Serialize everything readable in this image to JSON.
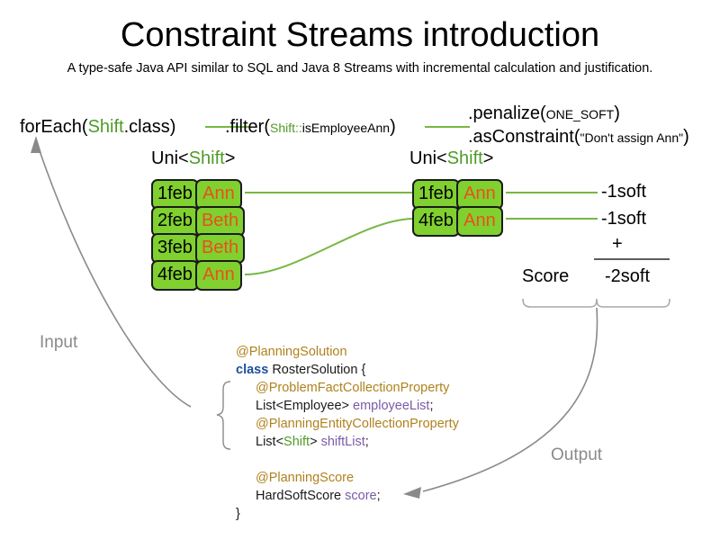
{
  "header": {
    "title": "Constraint Streams introduction",
    "subtitle": "A type-safe Java API similar to SQL and Java 8 Streams with incremental calculation and justification."
  },
  "api_chain": {
    "foreach": {
      "prefix": "forEach(",
      "type": "Shift",
      "suffix": ".class)"
    },
    "filter": {
      "prefix": ".filter(",
      "type": "Shift::",
      "method": "isEmployeeAnn",
      "suffix": ")"
    },
    "penalize": {
      "prefix": ".penalize(",
      "argument": "ONE_SOFT",
      "suffix": ")"
    },
    "as_constraint": {
      "prefix": ".asConstraint(",
      "argument": "\"Don't assign Ann\"",
      "suffix": ")"
    }
  },
  "streams": {
    "left": {
      "label_prefix": "Uni<",
      "label_type": "Shift",
      "label_suffix": ">",
      "rows": [
        {
          "date": "1feb",
          "employee": "Ann"
        },
        {
          "date": "2feb",
          "employee": "Beth"
        },
        {
          "date": "3feb",
          "employee": "Beth"
        },
        {
          "date": "4feb",
          "employee": "Ann"
        }
      ]
    },
    "right": {
      "label_prefix": "Uni<",
      "label_type": "Shift",
      "label_suffix": ">",
      "rows": [
        {
          "date": "1feb",
          "employee": "Ann"
        },
        {
          "date": "4feb",
          "employee": "Ann"
        }
      ]
    }
  },
  "score": {
    "penalties": [
      "-1soft",
      "-1soft"
    ],
    "operator": "+",
    "label": "Score",
    "total": "-2soft"
  },
  "flow_labels": {
    "input": "Input",
    "output": "Output"
  },
  "code": {
    "lines": [
      {
        "indent": 0,
        "tokens": [
          {
            "t": "@PlanningSolution",
            "c": "ann"
          }
        ]
      },
      {
        "indent": 0,
        "tokens": [
          {
            "t": "class",
            "c": "kw"
          },
          {
            "t": " RosterSolution {",
            "c": "plain"
          }
        ]
      },
      {
        "indent": 1,
        "tokens": [
          {
            "t": "@ProblemFactCollectionProperty",
            "c": "ann"
          }
        ]
      },
      {
        "indent": 1,
        "tokens": [
          {
            "t": "List<Employee> ",
            "c": "plain"
          },
          {
            "t": "employeeList",
            "c": "field"
          },
          {
            "t": ";",
            "c": "plain"
          }
        ]
      },
      {
        "indent": 1,
        "tokens": [
          {
            "t": "@PlanningEntityCollectionProperty",
            "c": "ann"
          }
        ]
      },
      {
        "indent": 1,
        "tokens": [
          {
            "t": "List<",
            "c": "plain"
          },
          {
            "t": "Shift",
            "c": "type"
          },
          {
            "t": "> ",
            "c": "plain"
          },
          {
            "t": "shiftList",
            "c": "field"
          },
          {
            "t": ";",
            "c": "plain"
          }
        ]
      },
      {
        "indent": 1,
        "tokens": [
          {
            "t": " ",
            "c": "plain"
          }
        ]
      },
      {
        "indent": 1,
        "tokens": [
          {
            "t": "@PlanningScore",
            "c": "ann"
          }
        ]
      },
      {
        "indent": 1,
        "tokens": [
          {
            "t": "HardSoftScore ",
            "c": "plain"
          },
          {
            "t": "score",
            "c": "field"
          },
          {
            "t": ";",
            "c": "plain"
          }
        ]
      },
      {
        "indent": 0,
        "tokens": [
          {
            "t": "}",
            "c": "plain"
          }
        ]
      }
    ]
  },
  "colors": {
    "fact_fill": "#80d030",
    "fact_border": "#1b1b1b",
    "employee_text": "#e8511a",
    "stream_line": "#76b843",
    "type_green": "#4f9b27",
    "annotation": "#b0821e",
    "keyword": "#1f4e99",
    "field": "#7a5ba8",
    "flow_gray": "#8a8a8a"
  }
}
